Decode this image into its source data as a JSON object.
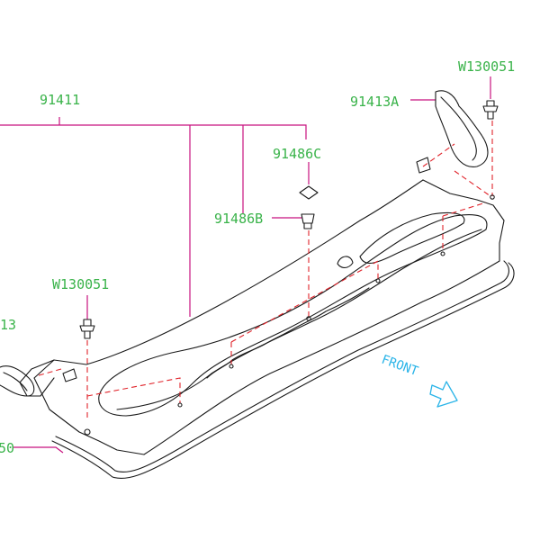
{
  "callouts": {
    "p91411": "91411",
    "p91413A": "91413A",
    "w130051_right": "W130051",
    "p91486C": "91486C",
    "p91486B": "91486B",
    "w130051_left": "W130051",
    "p91413_partial": "13",
    "p_bottom_partial": "50"
  },
  "direction": {
    "front": "FRONT"
  },
  "colors": {
    "callout_text": "#3ab34a",
    "leader_line": "#c8127f",
    "assembly_dash": "#e0232a",
    "front_indicator": "#2ab4e8",
    "part_outline": "#1a1a1a"
  },
  "icons": {
    "direction_arrow": "front-arrow-icon",
    "fastener": "clip-icon"
  }
}
